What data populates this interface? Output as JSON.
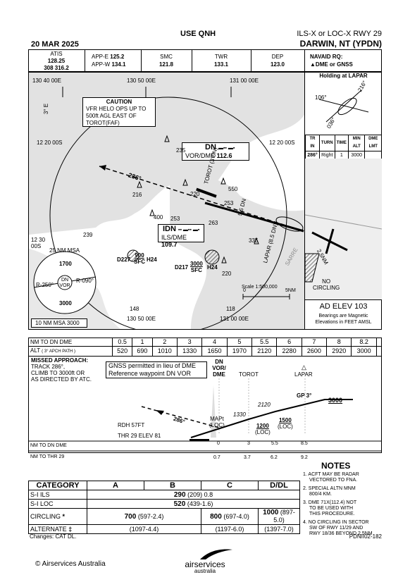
{
  "header": {
    "date": "20 MAR 2025",
    "use_qnh": "USE QNH",
    "procedure": "ILS-X or LOC-X  RWY 29",
    "airport": "DARWIN, NT (YPDN)"
  },
  "freq": {
    "atis_label": "ATIS",
    "atis_1": "128.25",
    "atis_2": "308   316.2",
    "appe_label": "APP-E",
    "appe_val": "125.2",
    "appw_label": "APP-W",
    "appw_val": "134.1",
    "smc_label": "SMC",
    "smc_val": "121.8",
    "twr_label": "TWR",
    "twr_val": "133.1",
    "dep_label": "DEP",
    "dep_val": "123.0",
    "navaid_label": "NAVAID RQ:",
    "navaid_val": "DME or GNSS"
  },
  "plan": {
    "lon1": "130 40 00E",
    "lon2": "130 50 00E",
    "lon3": "131 00 00E",
    "lat1_left": "12 20 00S",
    "lat1_right": "12 20 00S",
    "lat2": "12 30",
    "lat2b": "00S",
    "lon2_bottom": "130 50 00E",
    "lon3_bottom": "131 00 00E",
    "caution_title": "CAUTION",
    "caution_text_1": "VFR HELO OPS UP TO",
    "caution_text_2": "500ft AGL EAST OF",
    "caution_text_3": "TOROT(FAF)",
    "var": "3° E",
    "dn_ident": "DN",
    "dn_name": "VOR/DME",
    "dn_freq": "112.6",
    "idn_ident": "IDN",
    "idn_name": "ILS/DME",
    "idn_freq": "109.7",
    "course_286": "286°",
    "obs_235": "235",
    "obs_216": "216",
    "obs_220": "220",
    "obs_550": "550",
    "obs_253a": "253",
    "obs_253b": "253",
    "obs_263": "263",
    "obs_400": "400",
    "obs_335": "335",
    "obs_220b": "220",
    "obs_239": "239",
    "obs_148": "148",
    "obs_118": "118",
    "torot": "TOROT",
    "torot_dist": "(3 DN)",
    "dist_55": "5.5 DN",
    "lapar": "LAPAR",
    "lapar_dist": "(8.5 DN)",
    "d227": "D227",
    "d227_top": "900",
    "d227_bot": "SFC",
    "d227_h": "H24",
    "d217": "D217",
    "d217_top": "3000",
    "d217_bot": "SFC",
    "d217_h": "H24",
    "msa_title": "25  NM  MSA",
    "msa_1700": "1700",
    "msa_3000": "3000",
    "msa_r250": "R-250°",
    "msa_r090": "R-090°",
    "msa_dn": "DN",
    "msa_vor": "VOR",
    "msa_10nm": "10 NM MSA 3000",
    "scale": "Scale 1:500,000",
    "scale_0": "0",
    "scale_5": "5NM",
    "sarre": "SARRE",
    "nm25": "2.5NM",
    "no_circling_1": "NO",
    "no_circling_2": "CIRCLING",
    "holding_title": "Holding at LAPAR",
    "hold_106": "106°",
    "hold_216": "216°",
    "hold_036": "036°",
    "hold_headers": [
      "TR IN",
      "TURN",
      "TIME",
      "MIN ALT",
      "DME LMT"
    ],
    "hold_values": [
      "286°",
      "Right",
      "1",
      "3000",
      ""
    ],
    "ad_elev": "AD ELEV 103",
    "bearings_1": "Bearings are Magnetic",
    "bearings_2": "Elevations in FEET AMSL"
  },
  "dme_table": {
    "row1_label": "NM TO DN DME",
    "row1": [
      "0.5",
      "1",
      "2",
      "3",
      "4",
      "5",
      "5.5",
      "6",
      "7",
      "8",
      "8.2",
      ""
    ],
    "row2_label": "ALT",
    "row2_sub": "( 3° APCH PATH )",
    "row2": [
      "520",
      "690",
      "1010",
      "1330",
      "1650",
      "1970",
      "2120",
      "2280",
      "2600",
      "2920",
      "3000",
      ""
    ]
  },
  "profile": {
    "missed_title": "MISSED APPROACH:",
    "missed_1": "TRACK 286°,",
    "missed_2": "CLIMB TO 3000ft OR",
    "missed_3": "AS DIRECTED BY ATC.",
    "gnss_1": "GNSS permitted in lieu of DME",
    "gnss_2": "Reference waypoint DN VOR",
    "dn_label": "DN",
    "vor_label": "VOR/",
    "dme_label": "DME",
    "torot": "TOROT",
    "lapar": "LAPAR",
    "gp": "GP 3°",
    "alt_3000": "3000",
    "alt_2120": "2120",
    "alt_1330": "1330",
    "course": "286°",
    "mapt_1": "MAPt",
    "mapt_2": "(LOC)",
    "alt_1200": "1200",
    "alt_1200_sub": "(LOC)",
    "alt_1500": "1500",
    "alt_1500_sub": "(LOC)",
    "rdh": "RDH 57FT",
    "thr": "THR 29 ELEV 81",
    "nm_dn": "NM TO DN DME",
    "nm_thr": "NM TO THR 29",
    "ticks_top": [
      "0",
      "3",
      "5.5",
      "8.5"
    ],
    "ticks_bot": [
      "0.7",
      "3.7",
      "6.2",
      "9.2"
    ]
  },
  "notes": {
    "title": "NOTES",
    "n1_1": "1. ACFT MAY BE RADAR",
    "n1_2": "VECTORED TO FNA.",
    "n2_1": "2. SPECIAL ALTN MNM",
    "n2_2": "800/4 KM.",
    "n3_1": "3. DME 71X(112.4) NOT",
    "n3_2": "TO BE USED WITH",
    "n3_3": "THIS PROCEDURE.",
    "n4_1": "4. NO CIRCLING IN SECTOR",
    "n4_2": "SW OF RWY 11/29 AND",
    "n4_3": "RWY 18/36 BEYOND 2.5NM"
  },
  "minima": {
    "headers": [
      "CATEGORY",
      "A",
      "B",
      "C",
      "D/DL"
    ],
    "ils_label": "S-I  ILS",
    "ils_val": "290",
    "ils_sub": "(209) 0.8",
    "loc_label": "S-I  LOC",
    "loc_val": "520",
    "loc_sub": "(439-1.6)",
    "circ_label": "CIRCLING",
    "circ_ab": "700",
    "circ_ab_sub": "(597-2.4)",
    "circ_c": "800",
    "circ_c_sub": "(697-4.0)",
    "circ_d": "1000",
    "circ_d_sub": "(897-5.0)",
    "alt_label": "ALTERNATE",
    "alt_ab": "(1097-4.4)",
    "alt_c": "(1197-6.0)",
    "alt_d": "(1397-7.0)"
  },
  "footer": {
    "changes": "Changes: CAT DL.",
    "code": "PDNII02-182",
    "copyright": "© Airservices Australia",
    "brand_1": "airservices",
    "brand_2": "australia"
  }
}
